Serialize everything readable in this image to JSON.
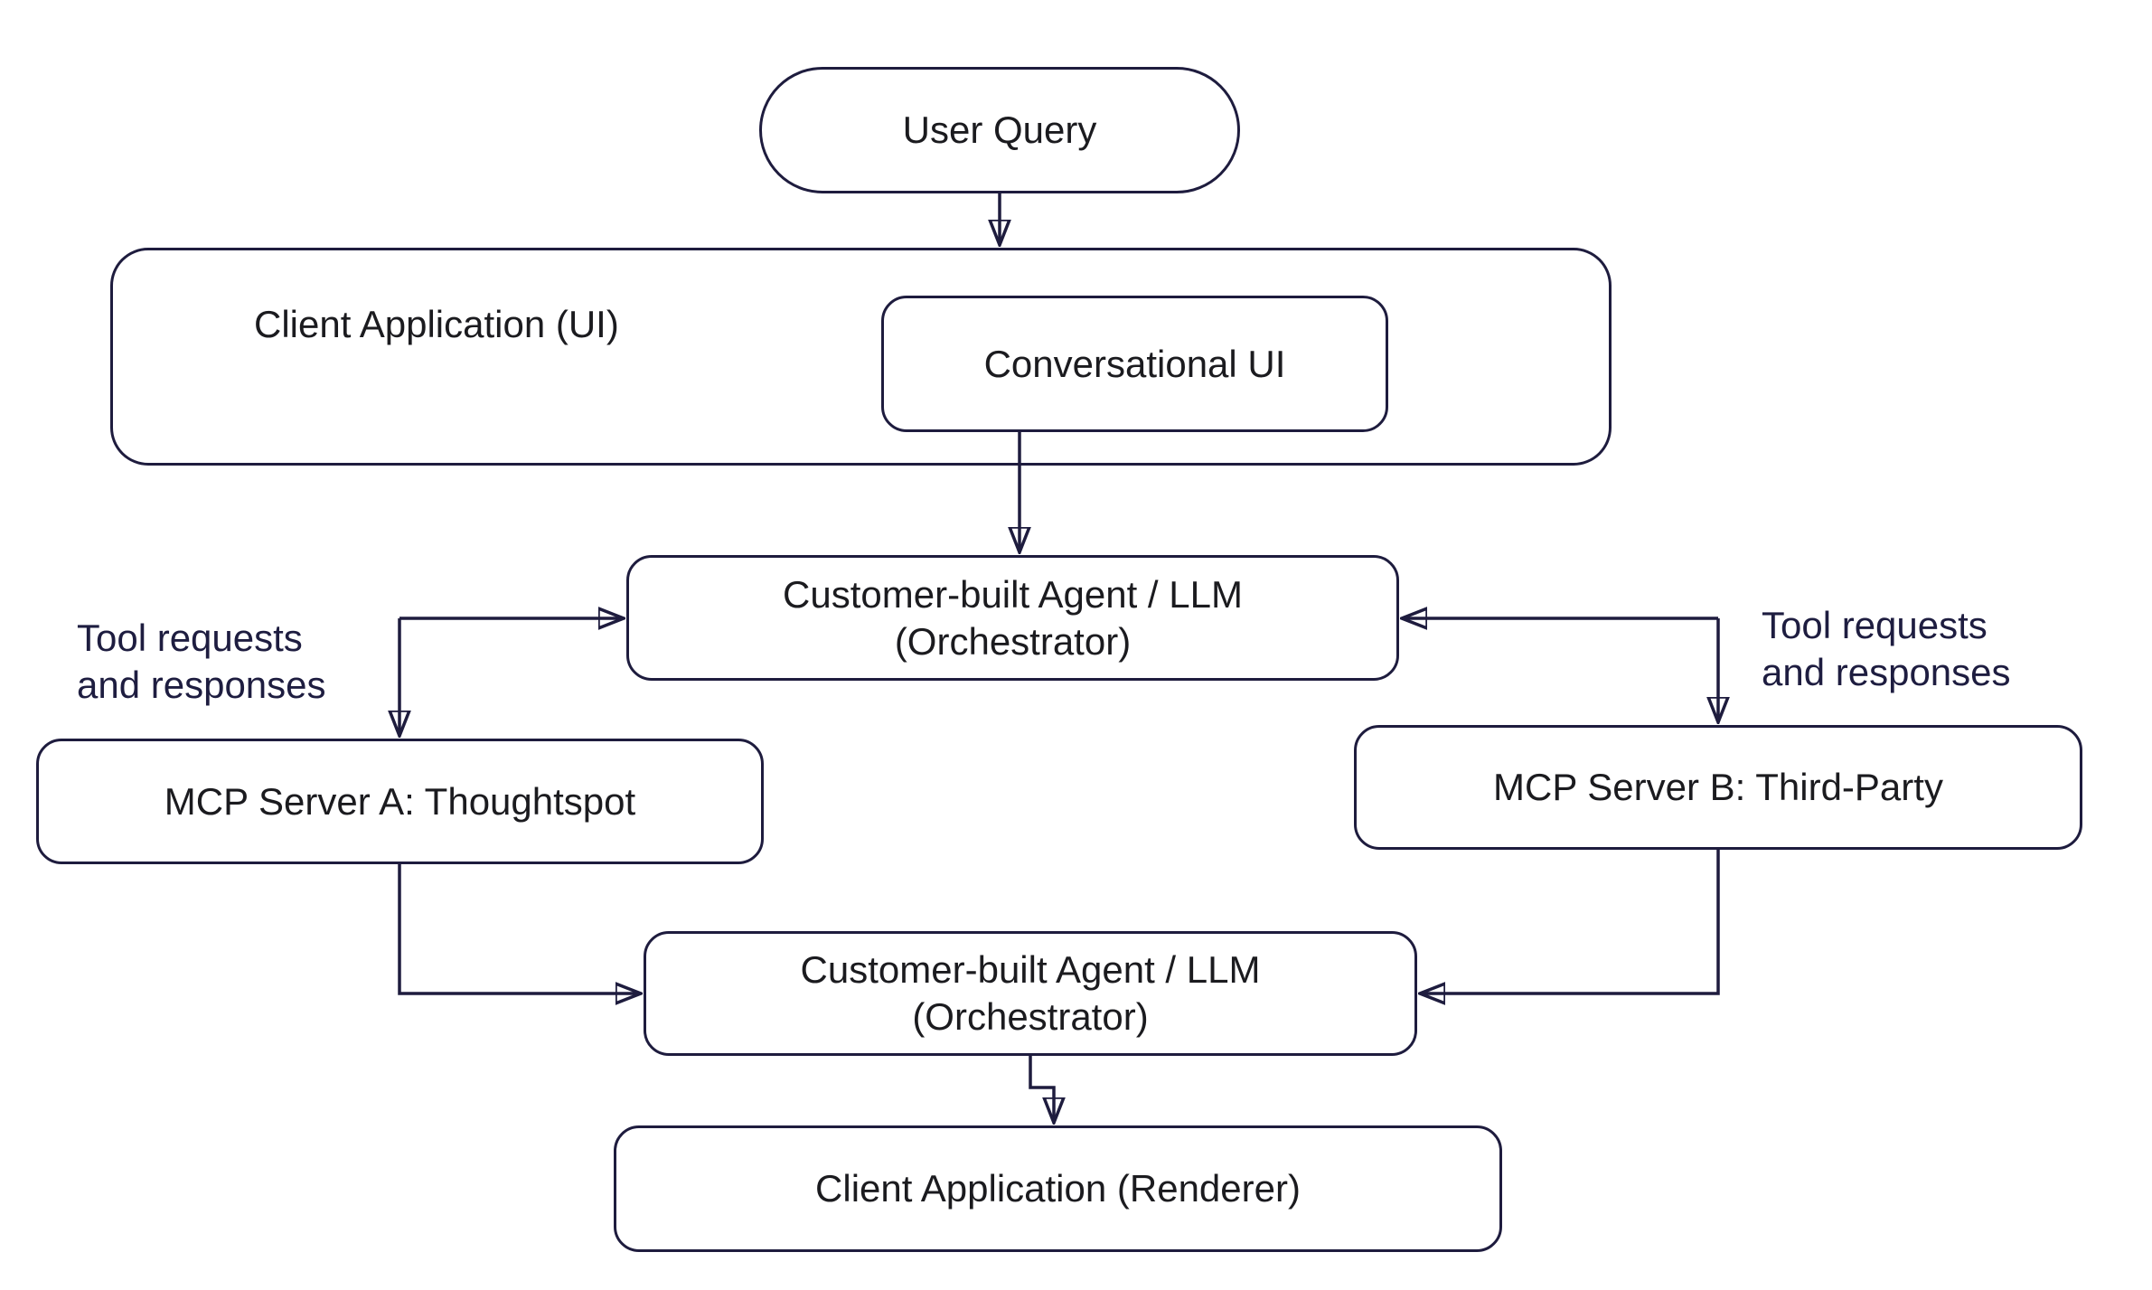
{
  "diagram": {
    "colors": {
      "stroke": "#1e1c3e",
      "node_text": "#1b1b1f",
      "edge_label_text": "#1e1d40",
      "background": "#ffffff"
    },
    "nodes": {
      "user_query": "User Query",
      "client_app_ui": "Client Application (UI)",
      "conversational_ui": "Conversational UI",
      "orchestrator_top_line1": "Customer-built Agent / LLM",
      "orchestrator_top_line2": "(Orchestrator)",
      "mcp_server_a": "MCP Server A: Thoughtspot",
      "mcp_server_b": "MCP Server B: Third-Party",
      "orchestrator_bottom_line1": "Customer-built Agent / LLM",
      "orchestrator_bottom_line2": "(Orchestrator)",
      "client_app_renderer": "Client Application (Renderer)"
    },
    "edge_labels": {
      "left_line1": "Tool requests",
      "left_line2": "and responses",
      "right_line1": "Tool requests",
      "right_line2": "and responses"
    }
  }
}
